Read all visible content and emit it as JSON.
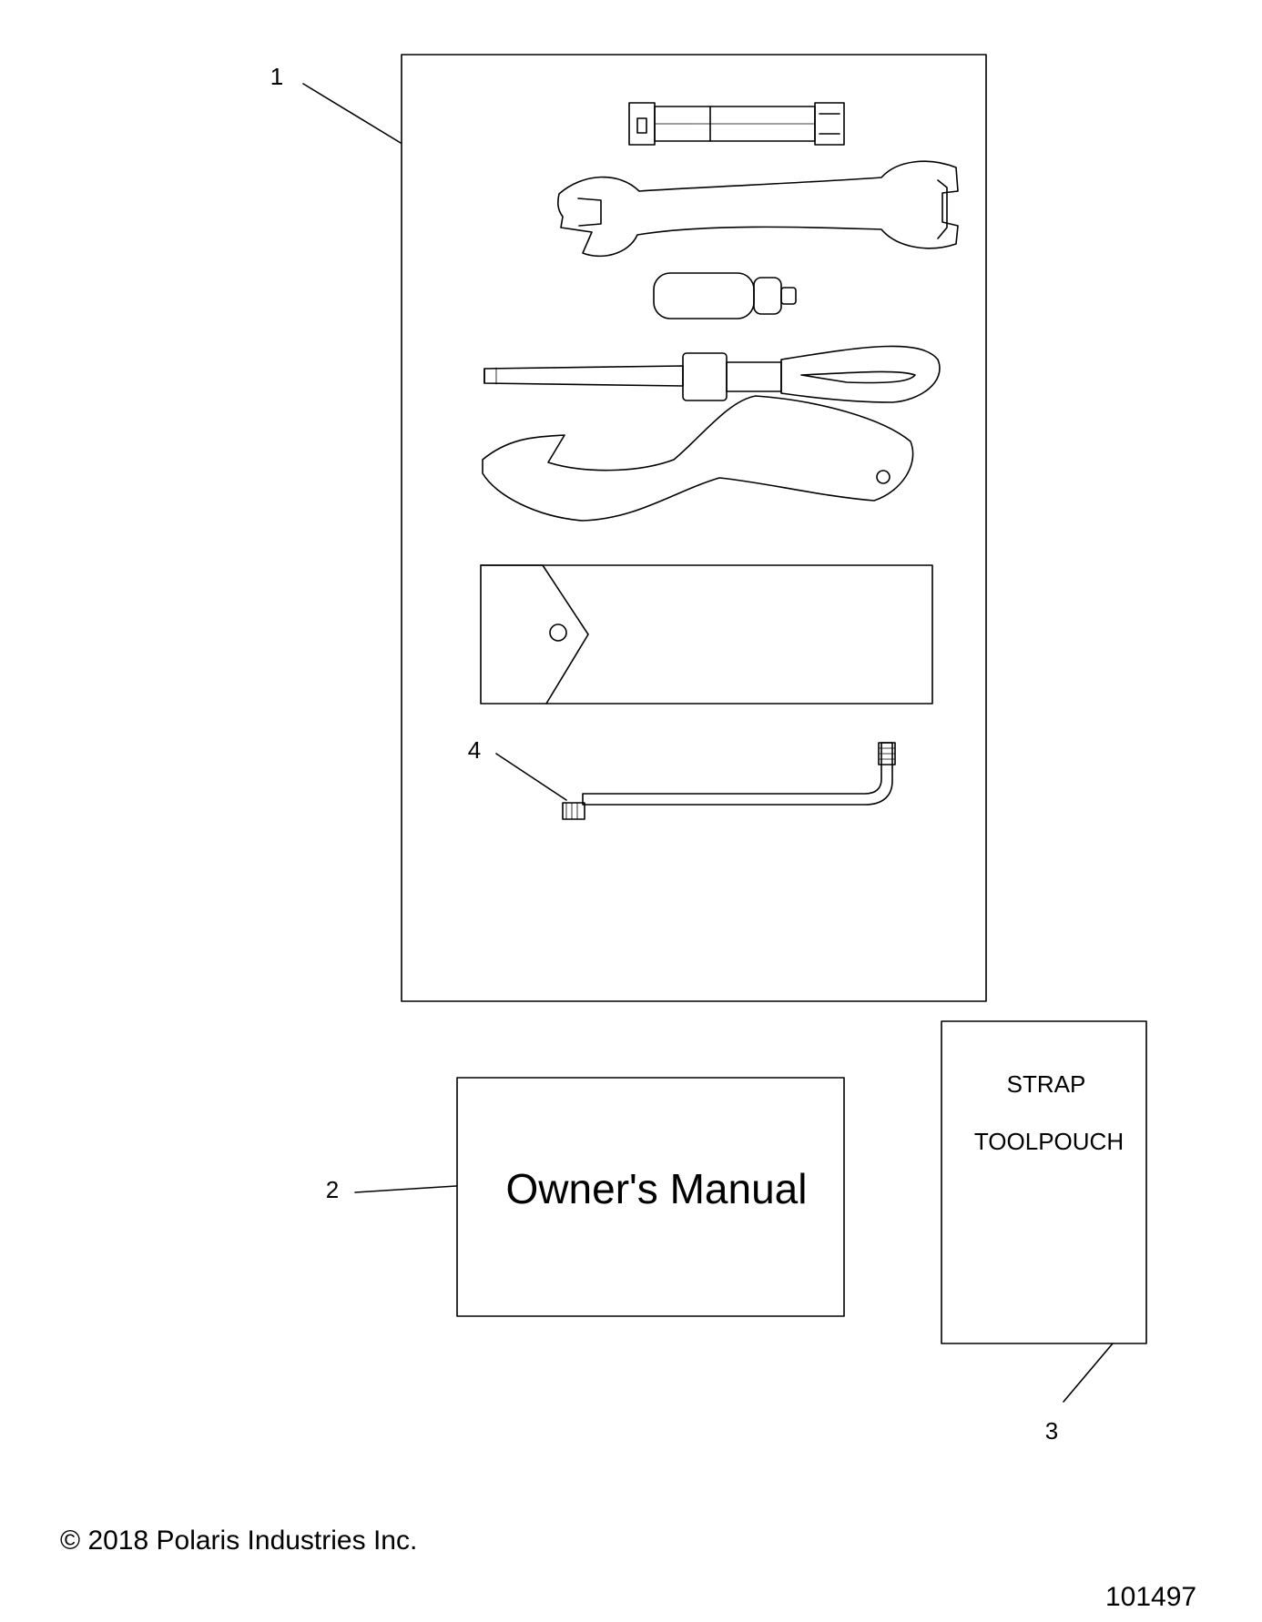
{
  "callouts": {
    "item_1": "1",
    "item_2": "2",
    "item_3": "3",
    "item_4": "4"
  },
  "owners_manual": {
    "label": "Owner's Manual"
  },
  "strap_box": {
    "line1": "STRAP",
    "line2": "TOOLPOUCH"
  },
  "footer": {
    "copyright": "© 2018 Polaris Industries Inc.",
    "drawing_number": "101497"
  },
  "colors": {
    "line": "#000000",
    "background": "#ffffff"
  }
}
